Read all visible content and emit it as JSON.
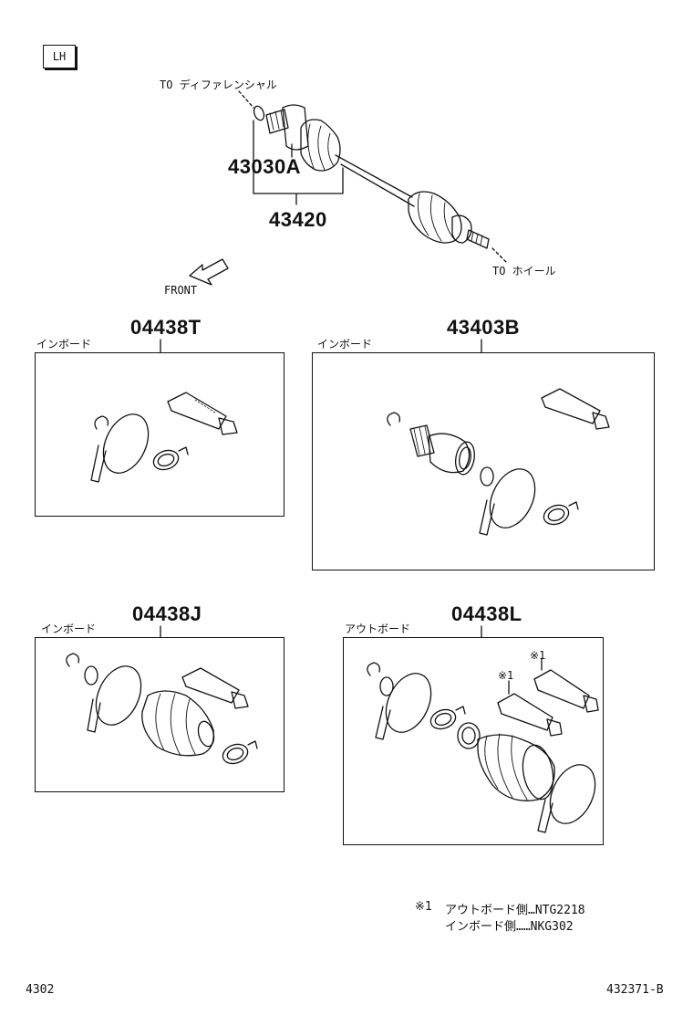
{
  "side_label": "LH",
  "top": {
    "to_differential": "TO ディファレンシャル",
    "to_wheel": "TO ホイール",
    "front": "FRONT",
    "part_shaft_inner": "43030A",
    "part_shaft_assy": "43420"
  },
  "kits": [
    {
      "part": "04438T",
      "side": "インボード"
    },
    {
      "part": "43403B",
      "side": "インボード"
    },
    {
      "part": "04438J",
      "side": "インボード"
    },
    {
      "part": "04438L",
      "side": "アウトボード"
    }
  ],
  "note_marks": {
    "mark_a": "※1",
    "mark_b": "※1"
  },
  "footnote": {
    "line1_mark": "※1",
    "line1": "アウトボード側…NTG2218",
    "line2": "インボード側……NKG302"
  },
  "page_number": "4302",
  "figure_id": "432371-B"
}
